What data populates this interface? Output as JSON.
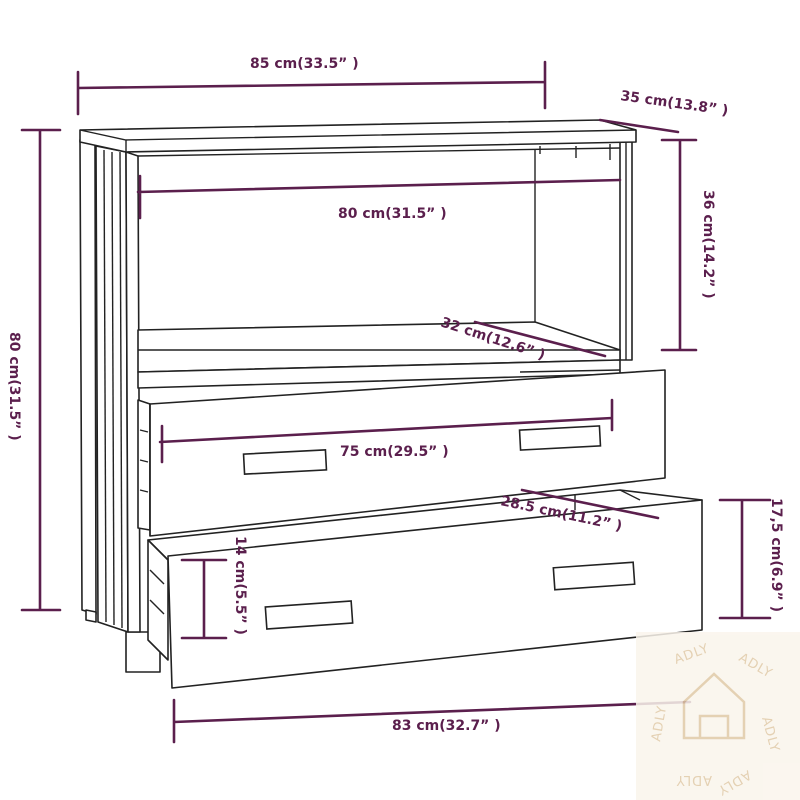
{
  "dimensions": {
    "total_width": "85 cm(33.5” )",
    "depth": "35 cm(13.8” )",
    "shelf_height": "36 cm(14.2” )",
    "shelf_width": "80 cm(31.5” )",
    "shelf_depth": "32 cm(12.6” )",
    "total_height": "80 cm(31.5” )",
    "drawer_inner_width": "75 cm(29.5” )",
    "drawer_depth": "28.5 cm(11.2” )",
    "drawer_front_height": "17,5 cm(6.9” )",
    "drawer_inner_height": "14 cm(5.5” )",
    "base_width": "83 cm(32.7” )"
  },
  "watermark": {
    "text": "ADLY",
    "color": "#e0c9a6"
  },
  "colors": {
    "dimension": "#5b1f4d",
    "outline": "#222222"
  }
}
